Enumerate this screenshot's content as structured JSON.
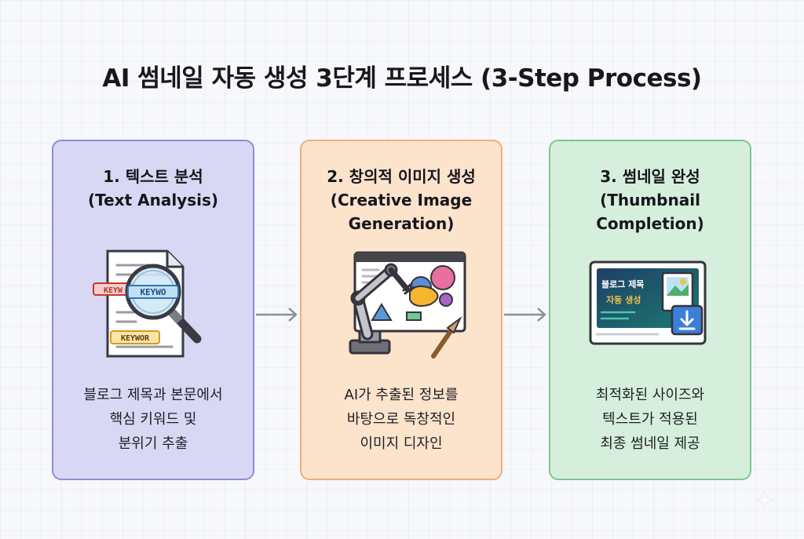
{
  "title": "AI 썸네일 자동 생성 3단계 프로세스 (3-Step Process)",
  "steps": [
    {
      "title_lines": [
        "1. 텍스트 분석",
        "(Text Analysis)"
      ],
      "desc_lines": [
        "블로그 제목과 본문에서",
        "핵심 키워드 및",
        "분위기 추출"
      ],
      "icon": "magnifier-document-icon",
      "keyword_tags": [
        "KEYW",
        "KEYWO",
        "KEYWOR"
      ]
    },
    {
      "title_lines": [
        "2. 창의적 이미지 생성",
        "(Creative Image",
        "Generation)"
      ],
      "desc_lines": [
        "AI가 추출된 정보를",
        "바탕으로 독창적인",
        "이미지 디자인"
      ],
      "icon": "robot-arm-painting-icon"
    },
    {
      "title_lines": [
        "3. 썸네일 완성",
        "(Thumbnail",
        "Completion)"
      ],
      "desc_lines": [
        "최적화된 사이즈와",
        "텍스트가 적용된",
        "최종 썸네일 제공"
      ],
      "icon": "thumbnail-download-icon",
      "thumbnail_text": [
        "블로그 제목",
        "자동 생성"
      ]
    }
  ],
  "colors": {
    "step1_bg": "#d9d8f4",
    "step1_border": "#8e8bd6",
    "step2_bg": "#fbe3cc",
    "step2_border": "#efb07a",
    "step3_bg": "#d6efdc",
    "step3_border": "#7ec594",
    "arrow": "#8a8f99"
  }
}
